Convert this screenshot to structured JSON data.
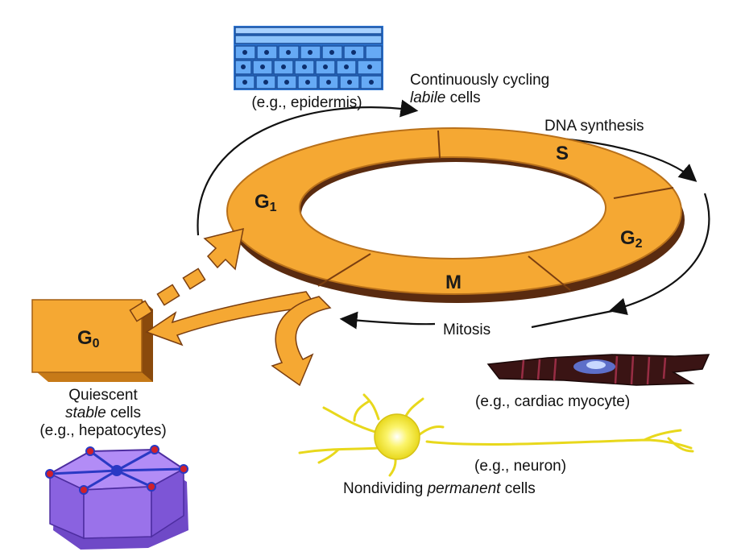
{
  "labile": {
    "example": "(e.g., epidermis)",
    "title_line1": "Continuously cycling",
    "title_italic": "labile",
    "title_rest": " cells"
  },
  "phases": {
    "g1_letter": "G",
    "g1_sub": "1",
    "s": "S",
    "g2_letter": "G",
    "g2_sub": "2",
    "m": "M",
    "g0_letter": "G",
    "g0_sub": "0"
  },
  "process_labels": {
    "dna_synthesis": "DNA synthesis",
    "mitosis": "Mitosis"
  },
  "stable": {
    "line1": "Quiescent",
    "italic": "stable",
    "rest": " cells",
    "example": "(e.g., hepatocytes)"
  },
  "permanent": {
    "cardiac_example": "(e.g., cardiac myocyte)",
    "neuron_example": "(e.g., neuron)",
    "title_prefix": "Nondividing ",
    "title_italic": "permanent",
    "title_rest": " cells"
  },
  "colors": {
    "ring_fill": "#F5A833",
    "ring_shadow": "#5a2b10",
    "epidermis_blue": "#3d8ee8",
    "hepatocyte_purple": "#9a6df0",
    "neuron_yellow": "#f2e83a",
    "myocyte_dark": "#3a1414"
  }
}
